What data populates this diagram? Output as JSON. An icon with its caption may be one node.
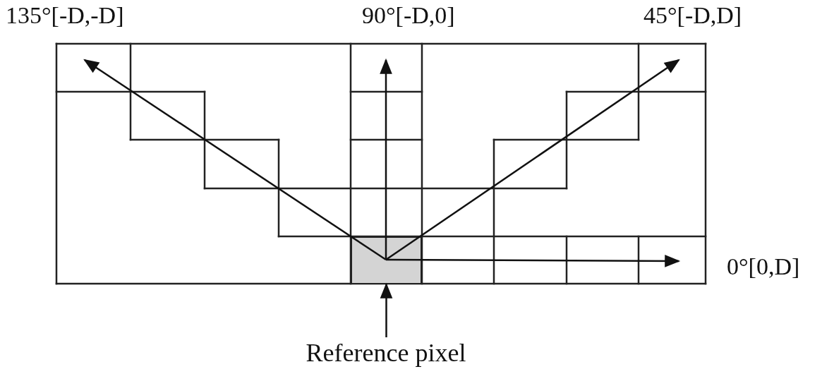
{
  "diagram": {
    "nodes": [
      {
        "text": [
          "Reference pixel"
        ]
      },
      {
        "text": [],
        "shape": "box"
      }
    ],
    "edges": [
      {
        "from": 0,
        "to": 1,
        "arrow": "to"
      }
    ],
    "labels": [
      "135°[-D,-D]",
      "90°[-D,0]",
      "45°[-D,D]",
      "0°[0,D]"
    ]
  }
}
